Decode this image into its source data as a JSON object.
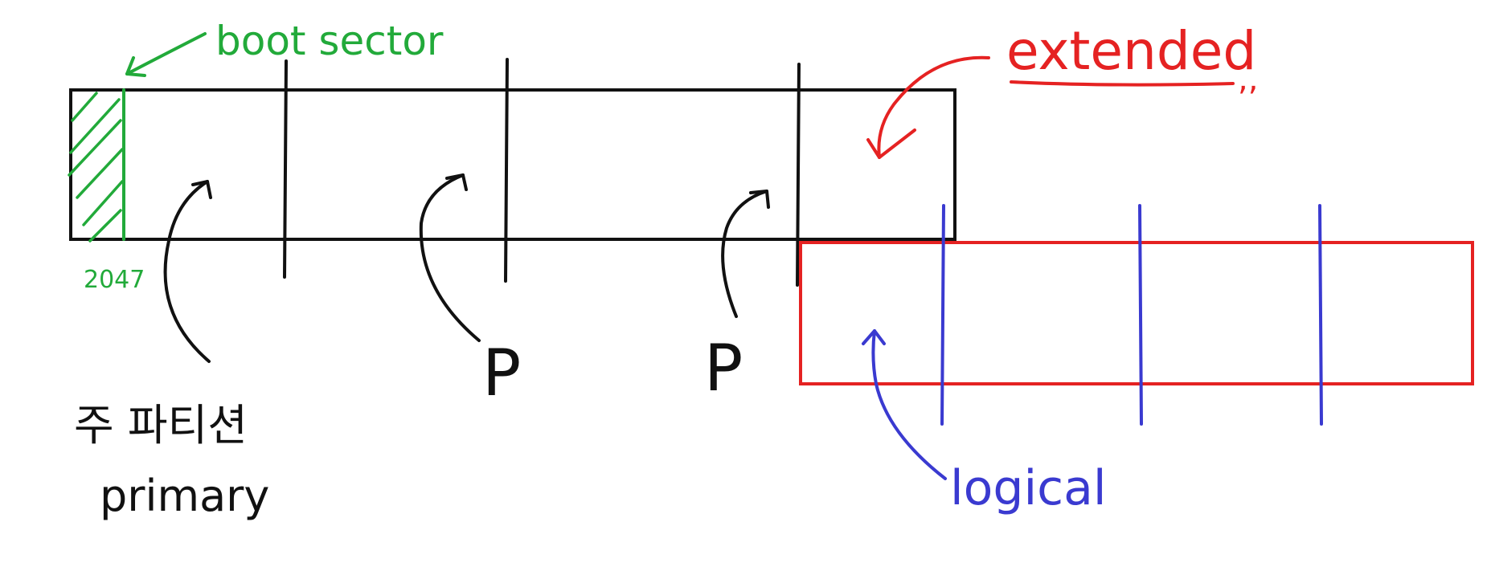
{
  "labels": {
    "boot_sector": "boot sector",
    "boot_size": "2047",
    "extended": "extended",
    "extended_quote": ",,",
    "primary_kr": "주 파티션",
    "primary_en": "primary",
    "p1": "P",
    "p2": "P",
    "logical": "logical"
  },
  "colors": {
    "ink": "#111111",
    "green": "#22aa3a",
    "red": "#e52222",
    "blue": "#3a3ad0"
  },
  "icons": {
    "pointer": "arrow-icon"
  }
}
